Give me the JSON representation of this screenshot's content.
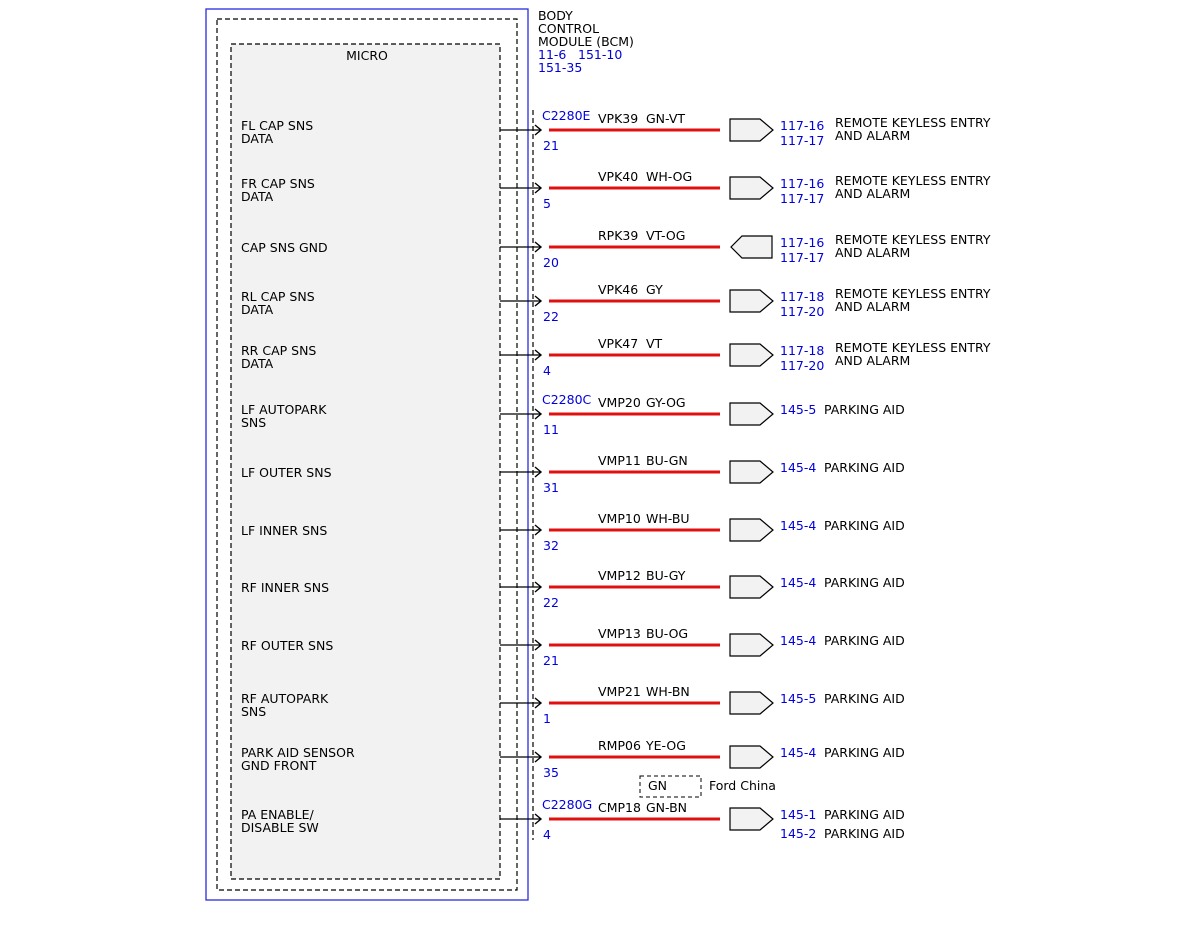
{
  "module": {
    "name_lines": [
      "BODY",
      "CONTROL",
      "MODULE (BCM)"
    ],
    "refs": [
      "11-6",
      "151-10",
      "151-35"
    ],
    "inner_label": "MICRO"
  },
  "colors": {
    "wire": "#e01010",
    "ref": "#0000dd",
    "border": "#2a2ae0",
    "module_fill": "#f2f2f2"
  },
  "rows": [
    {
      "signal": [
        "FL CAP SNS",
        "DATA"
      ],
      "connector": "C2280E",
      "pin": "21",
      "circuit": "VPK39",
      "wire_color": "GN-VT",
      "direction": "out",
      "refs": [
        "117-16",
        "117-17"
      ],
      "dest": [
        "REMOTE KEYLESS ENTRY",
        "AND ALARM"
      ]
    },
    {
      "signal": [
        "FR CAP SNS",
        "DATA"
      ],
      "connector": "",
      "pin": "5",
      "circuit": "VPK40",
      "wire_color": "WH-OG",
      "direction": "out",
      "refs": [
        "117-16",
        "117-17"
      ],
      "dest": [
        "REMOTE KEYLESS ENTRY",
        "AND ALARM"
      ]
    },
    {
      "signal": [
        "CAP SNS GND"
      ],
      "connector": "",
      "pin": "20",
      "circuit": "RPK39",
      "wire_color": "VT-OG",
      "direction": "in",
      "refs": [
        "117-16",
        "117-17"
      ],
      "dest": [
        "REMOTE KEYLESS ENTRY",
        "AND ALARM"
      ]
    },
    {
      "signal": [
        "RL CAP SNS",
        "DATA"
      ],
      "connector": "",
      "pin": "22",
      "circuit": "VPK46",
      "wire_color": "GY",
      "direction": "out",
      "refs": [
        "117-18",
        "117-20"
      ],
      "dest": [
        "REMOTE KEYLESS ENTRY",
        "AND ALARM"
      ]
    },
    {
      "signal": [
        "RR CAP SNS",
        "DATA"
      ],
      "connector": "",
      "pin": "4",
      "circuit": "VPK47",
      "wire_color": "VT",
      "direction": "out",
      "refs": [
        "117-18",
        "117-20"
      ],
      "dest": [
        "REMOTE KEYLESS ENTRY",
        "AND ALARM"
      ]
    },
    {
      "signal": [
        "LF AUTOPARK",
        "SNS"
      ],
      "connector": "C2280C",
      "pin": "11",
      "circuit": "VMP20",
      "wire_color": "GY-OG",
      "direction": "out",
      "refs": [
        "145-5"
      ],
      "dest": [
        "PARKING AID"
      ]
    },
    {
      "signal": [
        "LF OUTER SNS"
      ],
      "connector": "",
      "pin": "31",
      "circuit": "VMP11",
      "wire_color": "BU-GN",
      "direction": "out",
      "refs": [
        "145-4"
      ],
      "dest": [
        "PARKING AID"
      ]
    },
    {
      "signal": [
        "LF INNER SNS"
      ],
      "connector": "",
      "pin": "32",
      "circuit": "VMP10",
      "wire_color": "WH-BU",
      "direction": "out",
      "refs": [
        "145-4"
      ],
      "dest": [
        "PARKING AID"
      ]
    },
    {
      "signal": [
        "RF INNER SNS"
      ],
      "connector": "",
      "pin": "22",
      "circuit": "VMP12",
      "wire_color": "BU-GY",
      "direction": "out",
      "refs": [
        "145-4"
      ],
      "dest": [
        "PARKING AID"
      ]
    },
    {
      "signal": [
        "RF OUTER SNS"
      ],
      "connector": "",
      "pin": "21",
      "circuit": "VMP13",
      "wire_color": "BU-OG",
      "direction": "out",
      "refs": [
        "145-4"
      ],
      "dest": [
        "PARKING AID"
      ]
    },
    {
      "signal": [
        "RF AUTOPARK",
        "SNS"
      ],
      "connector": "",
      "pin": "1",
      "circuit": "VMP21",
      "wire_color": "WH-BN",
      "direction": "out",
      "refs": [
        "145-5"
      ],
      "dest": [
        "PARKING AID"
      ]
    },
    {
      "signal": [
        "PARK AID SENSOR",
        "GND FRONT"
      ],
      "connector": "",
      "pin": "35",
      "circuit": "RMP06",
      "wire_color": "YE-OG",
      "direction": "out",
      "refs": [
        "145-4"
      ],
      "dest": [
        "PARKING AID"
      ]
    },
    {
      "signal": [
        "PA ENABLE/",
        "DISABLE SW"
      ],
      "connector": "C2280G",
      "pin": "4",
      "circuit": "CMP18",
      "wire_color": "GN-BN",
      "direction": "out",
      "refs": [
        "145-1",
        "145-2"
      ],
      "dest": [
        "PARKING AID",
        "PARKING AID"
      ]
    }
  ],
  "variant_note": {
    "box_text": "GN",
    "label": "Ford China"
  }
}
